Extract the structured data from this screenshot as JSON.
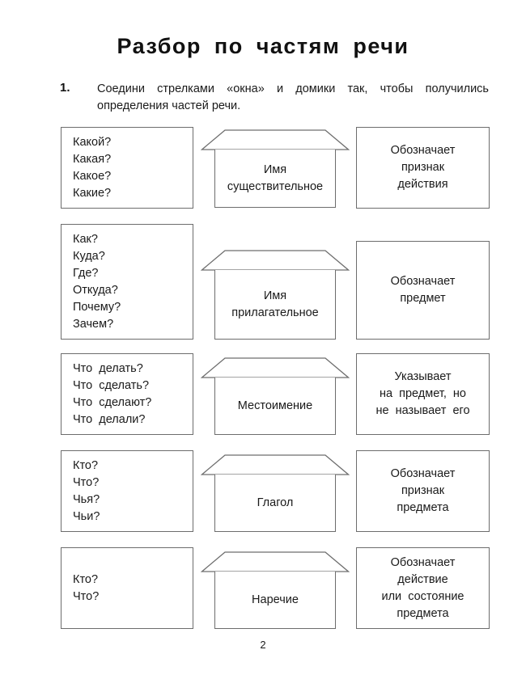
{
  "page": {
    "title": "Разбор  по  частям  речи",
    "page_number": "2",
    "ink_color": "#6d6d6d",
    "text_color": "#1a1a1a"
  },
  "task": {
    "number": "1.",
    "text": "Соедини стрелками «окна» и домики так, чтобы получились определения частей речи."
  },
  "rows": [
    {
      "questions": [
        "Какой?",
        "Какая?",
        "Какое?",
        "Какие?"
      ],
      "house": [
        "Имя",
        "существительное"
      ],
      "definition": [
        "Обозначает",
        "признак",
        "действия"
      ]
    },
    {
      "questions": [
        "Как?",
        "Куда?",
        "Где?",
        "Откуда?",
        "Почему?",
        "Зачем?"
      ],
      "house": [
        "Имя",
        "прилагательное"
      ],
      "definition": [
        "Обозначает",
        "предмет"
      ]
    },
    {
      "questions": [
        "Что  делать?",
        "Что  сделать?",
        "Что  сделают?",
        "Что  делали?"
      ],
      "house": [
        "Местоимение"
      ],
      "definition": [
        "Указывает",
        "на  предмет,  но",
        "не  называет  его"
      ]
    },
    {
      "questions": [
        "Кто?",
        "Что?",
        "Чья?",
        "Чьи?"
      ],
      "house": [
        "Глагол"
      ],
      "definition": [
        "Обозначает",
        "признак",
        "предмета"
      ]
    },
    {
      "questions": [
        "Кто?",
        "Что?"
      ],
      "house": [
        "Наречие"
      ],
      "definition": [
        "Обозначает",
        "действие",
        "или  состояние",
        "предмета"
      ]
    }
  ]
}
